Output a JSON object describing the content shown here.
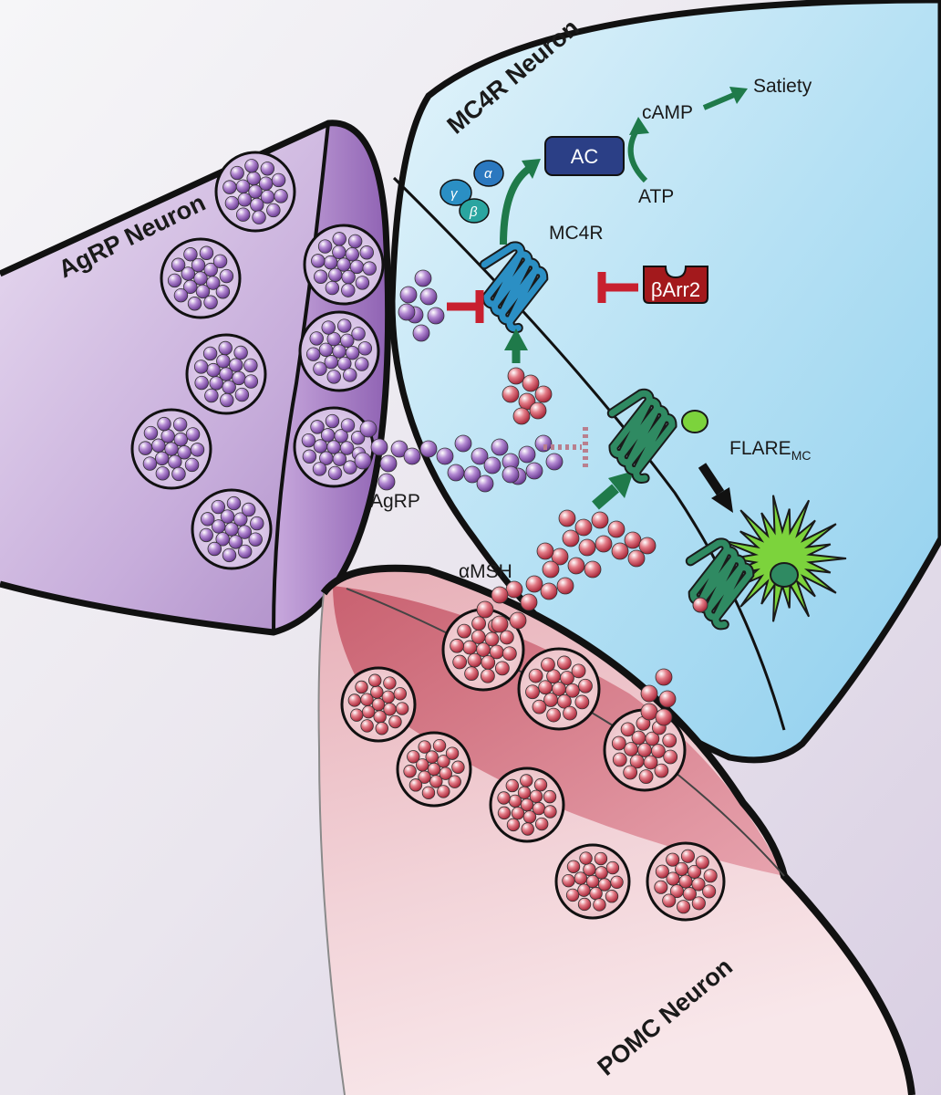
{
  "neurons": {
    "agrp": "AgRP Neuron",
    "mc4r": "MC4R Neuron",
    "pomc": "POMC Neuron"
  },
  "labels": {
    "satiety": "Satiety",
    "camp": "cAMP",
    "ac": "AC",
    "atp": "ATP",
    "mc4r": "MC4R",
    "barr2": "βArr2",
    "flare": "FLARE",
    "flare_sub": "MC",
    "agrp": "AgRP",
    "amsh": "αMSH"
  },
  "g_protein": {
    "gamma": "γ",
    "alpha": "α",
    "beta": "β"
  },
  "colors": {
    "agrp_fill": "#b596cc",
    "mc4r_fill": "#a8d9f0",
    "pomc_fill": "#dd9ea8",
    "receptor_blue": "#2b8fc4",
    "flare_green": "#2f8a62",
    "activate_arrow": "#1f7a4a",
    "inhibit_red": "#c8202f",
    "ac_box": "#2b3f86",
    "barr2_box": "#a3191c",
    "starburst": "#7cd33c"
  }
}
